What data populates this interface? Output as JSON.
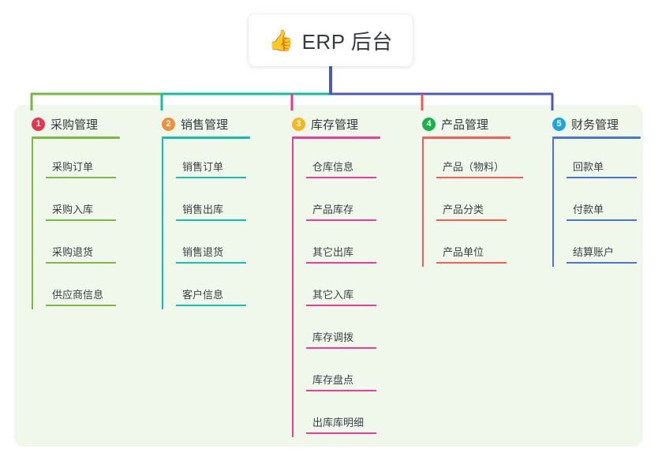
{
  "root": {
    "icon": "thumbs-up-icon",
    "icon_glyph": "👍",
    "title": "ERP 后台"
  },
  "panel": {
    "background_color": "#eff8ea"
  },
  "connector_colors": {
    "stem": "#4a58c0",
    "bus_left_green": "#76b840",
    "bus_mid_teal": "#11bfa2",
    "bus_right_blue": "#4a58c0",
    "drop_1": "#76b840",
    "drop_2": "#11bfa2",
    "drop_3": "#e8368f",
    "drop_4": "#f4554f",
    "drop_5": "#4a58c0"
  },
  "columns": [
    {
      "index": "1",
      "badge_color": "#e8344f",
      "line_color": "#7cb943",
      "title": "采购管理",
      "items": [
        "采购订单",
        "采购入库",
        "采购退货",
        "供应商信息"
      ]
    },
    {
      "index": "2",
      "badge_color": "#f2903a",
      "line_color": "#14bfac",
      "title": "销售管理",
      "items": [
        "销售订单",
        "销售出库",
        "销售退货",
        "客户信息"
      ]
    },
    {
      "index": "3",
      "badge_color": "#f5b720",
      "line_color": "#ec3d9a",
      "title": "库存管理",
      "items": [
        "仓库信息",
        "产品库存",
        "其它出库",
        "其它入库",
        "库存调拨",
        "库存盘点",
        "出库库明细"
      ]
    },
    {
      "index": "4",
      "badge_color": "#17b14b",
      "line_color": "#f85c53",
      "title": "产品管理",
      "items": [
        "产品（物料）",
        "产品分类",
        "产品单位"
      ]
    },
    {
      "index": "5",
      "badge_color": "#1ca6e0",
      "line_color": "#4a74d8",
      "title": "财务管理",
      "items": [
        "回款单",
        "付款单",
        "结算账户"
      ]
    }
  ]
}
